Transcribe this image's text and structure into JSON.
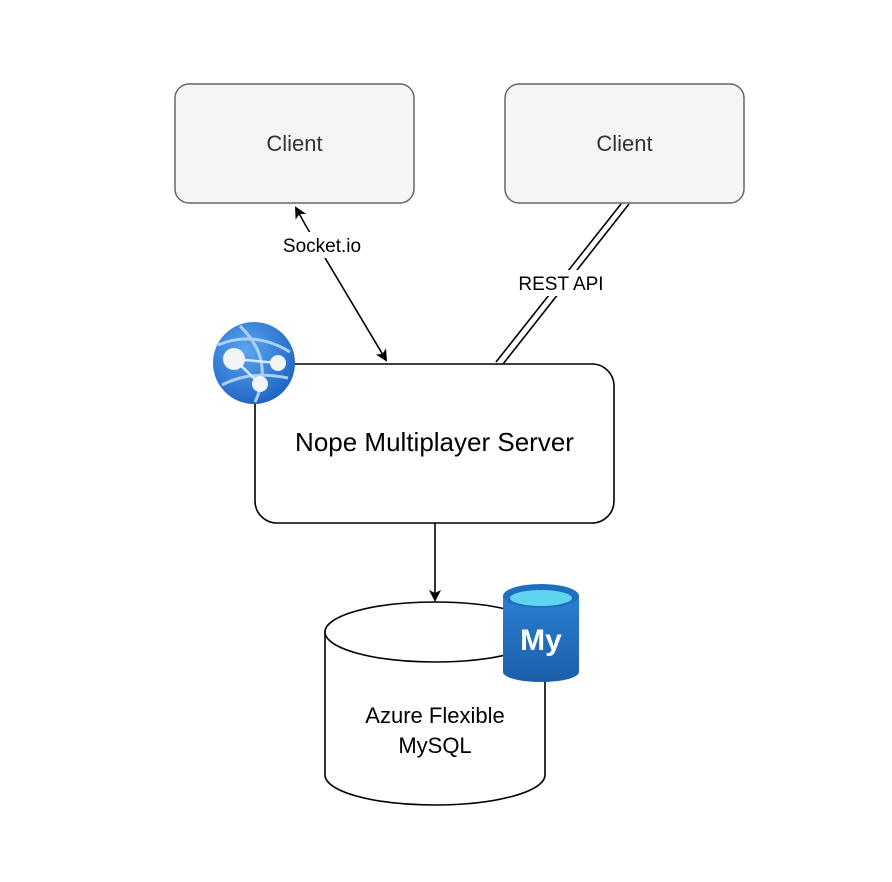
{
  "nodes": {
    "client_left": {
      "label": "Client"
    },
    "client_right": {
      "label": "Client"
    },
    "server": {
      "label": "Nope Multiplayer Server",
      "icon": "azure-app-service-icon"
    },
    "database": {
      "label_line1": "Azure Flexible",
      "label_line2": "MySQL",
      "icon": "mysql-database-icon",
      "icon_text": "My"
    }
  },
  "edges": {
    "socket": {
      "label": "Socket.io"
    },
    "rest": {
      "label": "REST API"
    }
  },
  "colors": {
    "client_fill": "#f5f5f5",
    "client_stroke": "#666666",
    "stroke": "#000000",
    "client_text": "#333333",
    "azure_blue": "#3b82d6",
    "mysql_blue": "#1f6fbf",
    "mysql_top": "#5fd3f0"
  }
}
